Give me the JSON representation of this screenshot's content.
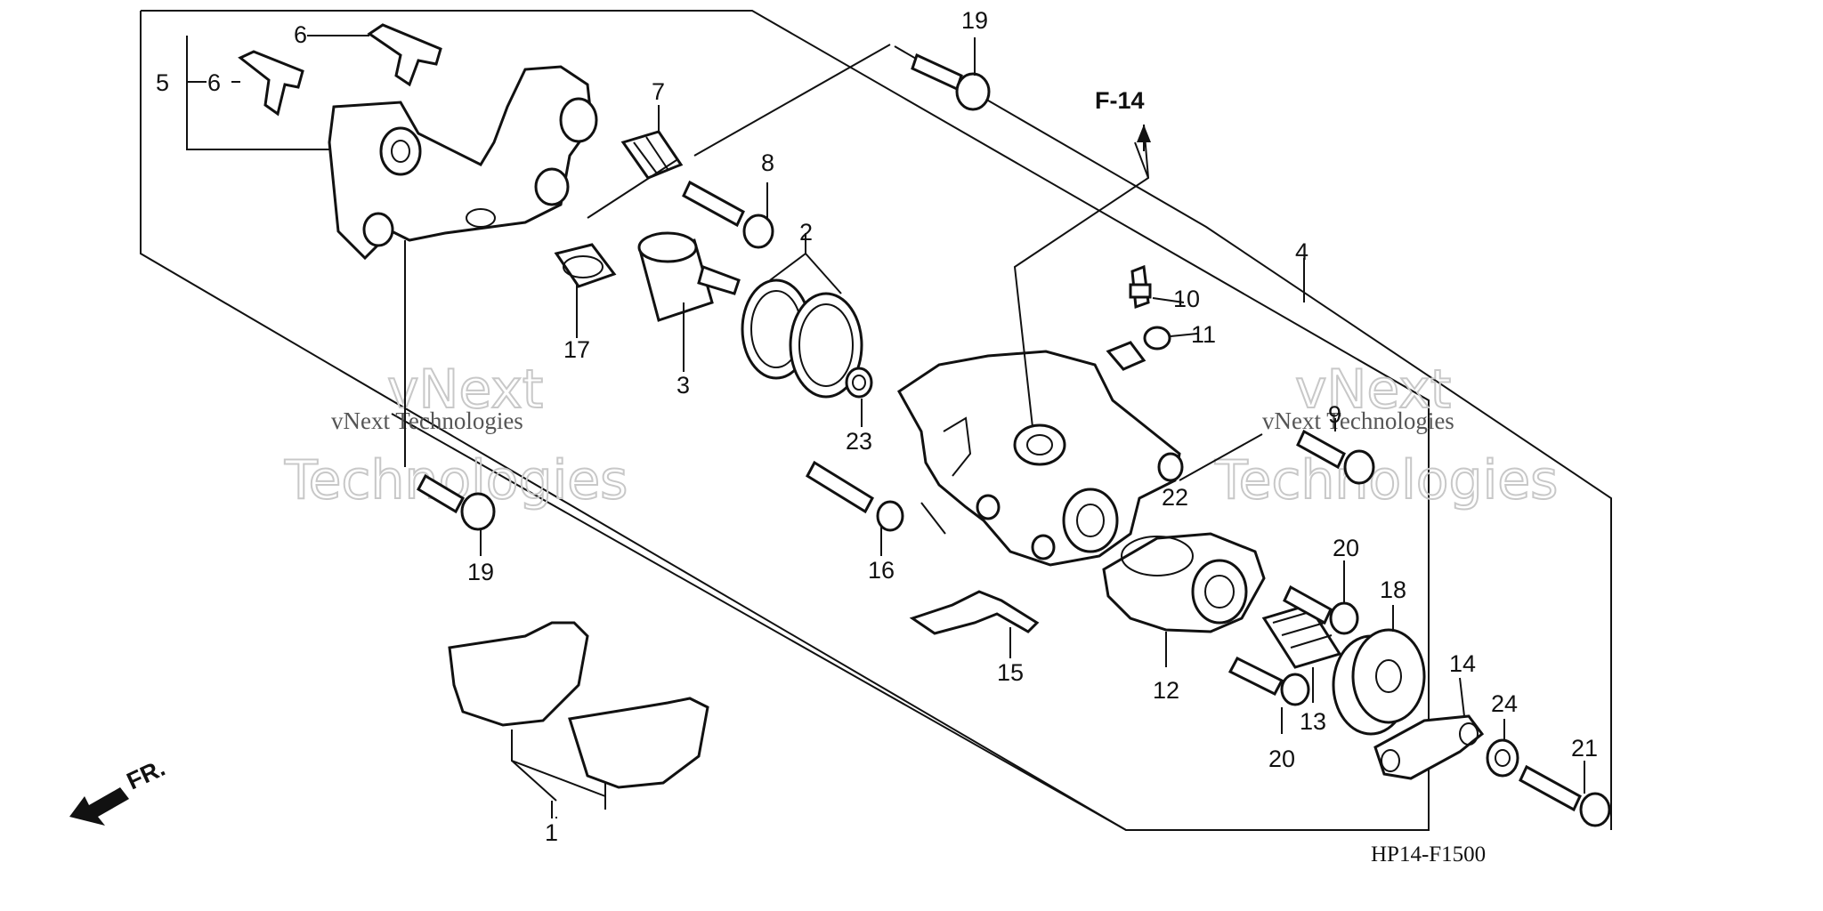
{
  "diagram": {
    "direction_label": "FR.",
    "figure_code": "HP14-F1500",
    "ref_label": "F-14",
    "watermark": {
      "line1": "vNext",
      "line2": "Technologies",
      "small": "vNext Technologies"
    },
    "callouts": {
      "p1": "1",
      "p2": "2",
      "p3": "3",
      "p4": "4",
      "p5": "5",
      "p6a": "6",
      "p6b": "6",
      "p7": "7",
      "p8": "8",
      "p9": "9",
      "p10": "10",
      "p11": "11",
      "p12": "12",
      "p13": "13",
      "p14": "14",
      "p15": "15",
      "p16": "16",
      "p17": "17",
      "p18": "18",
      "p19a": "19",
      "p19b": "19",
      "p20a": "20",
      "p20b": "20",
      "p21": "21",
      "p22": "22",
      "p23": "23",
      "p24": "24"
    }
  }
}
